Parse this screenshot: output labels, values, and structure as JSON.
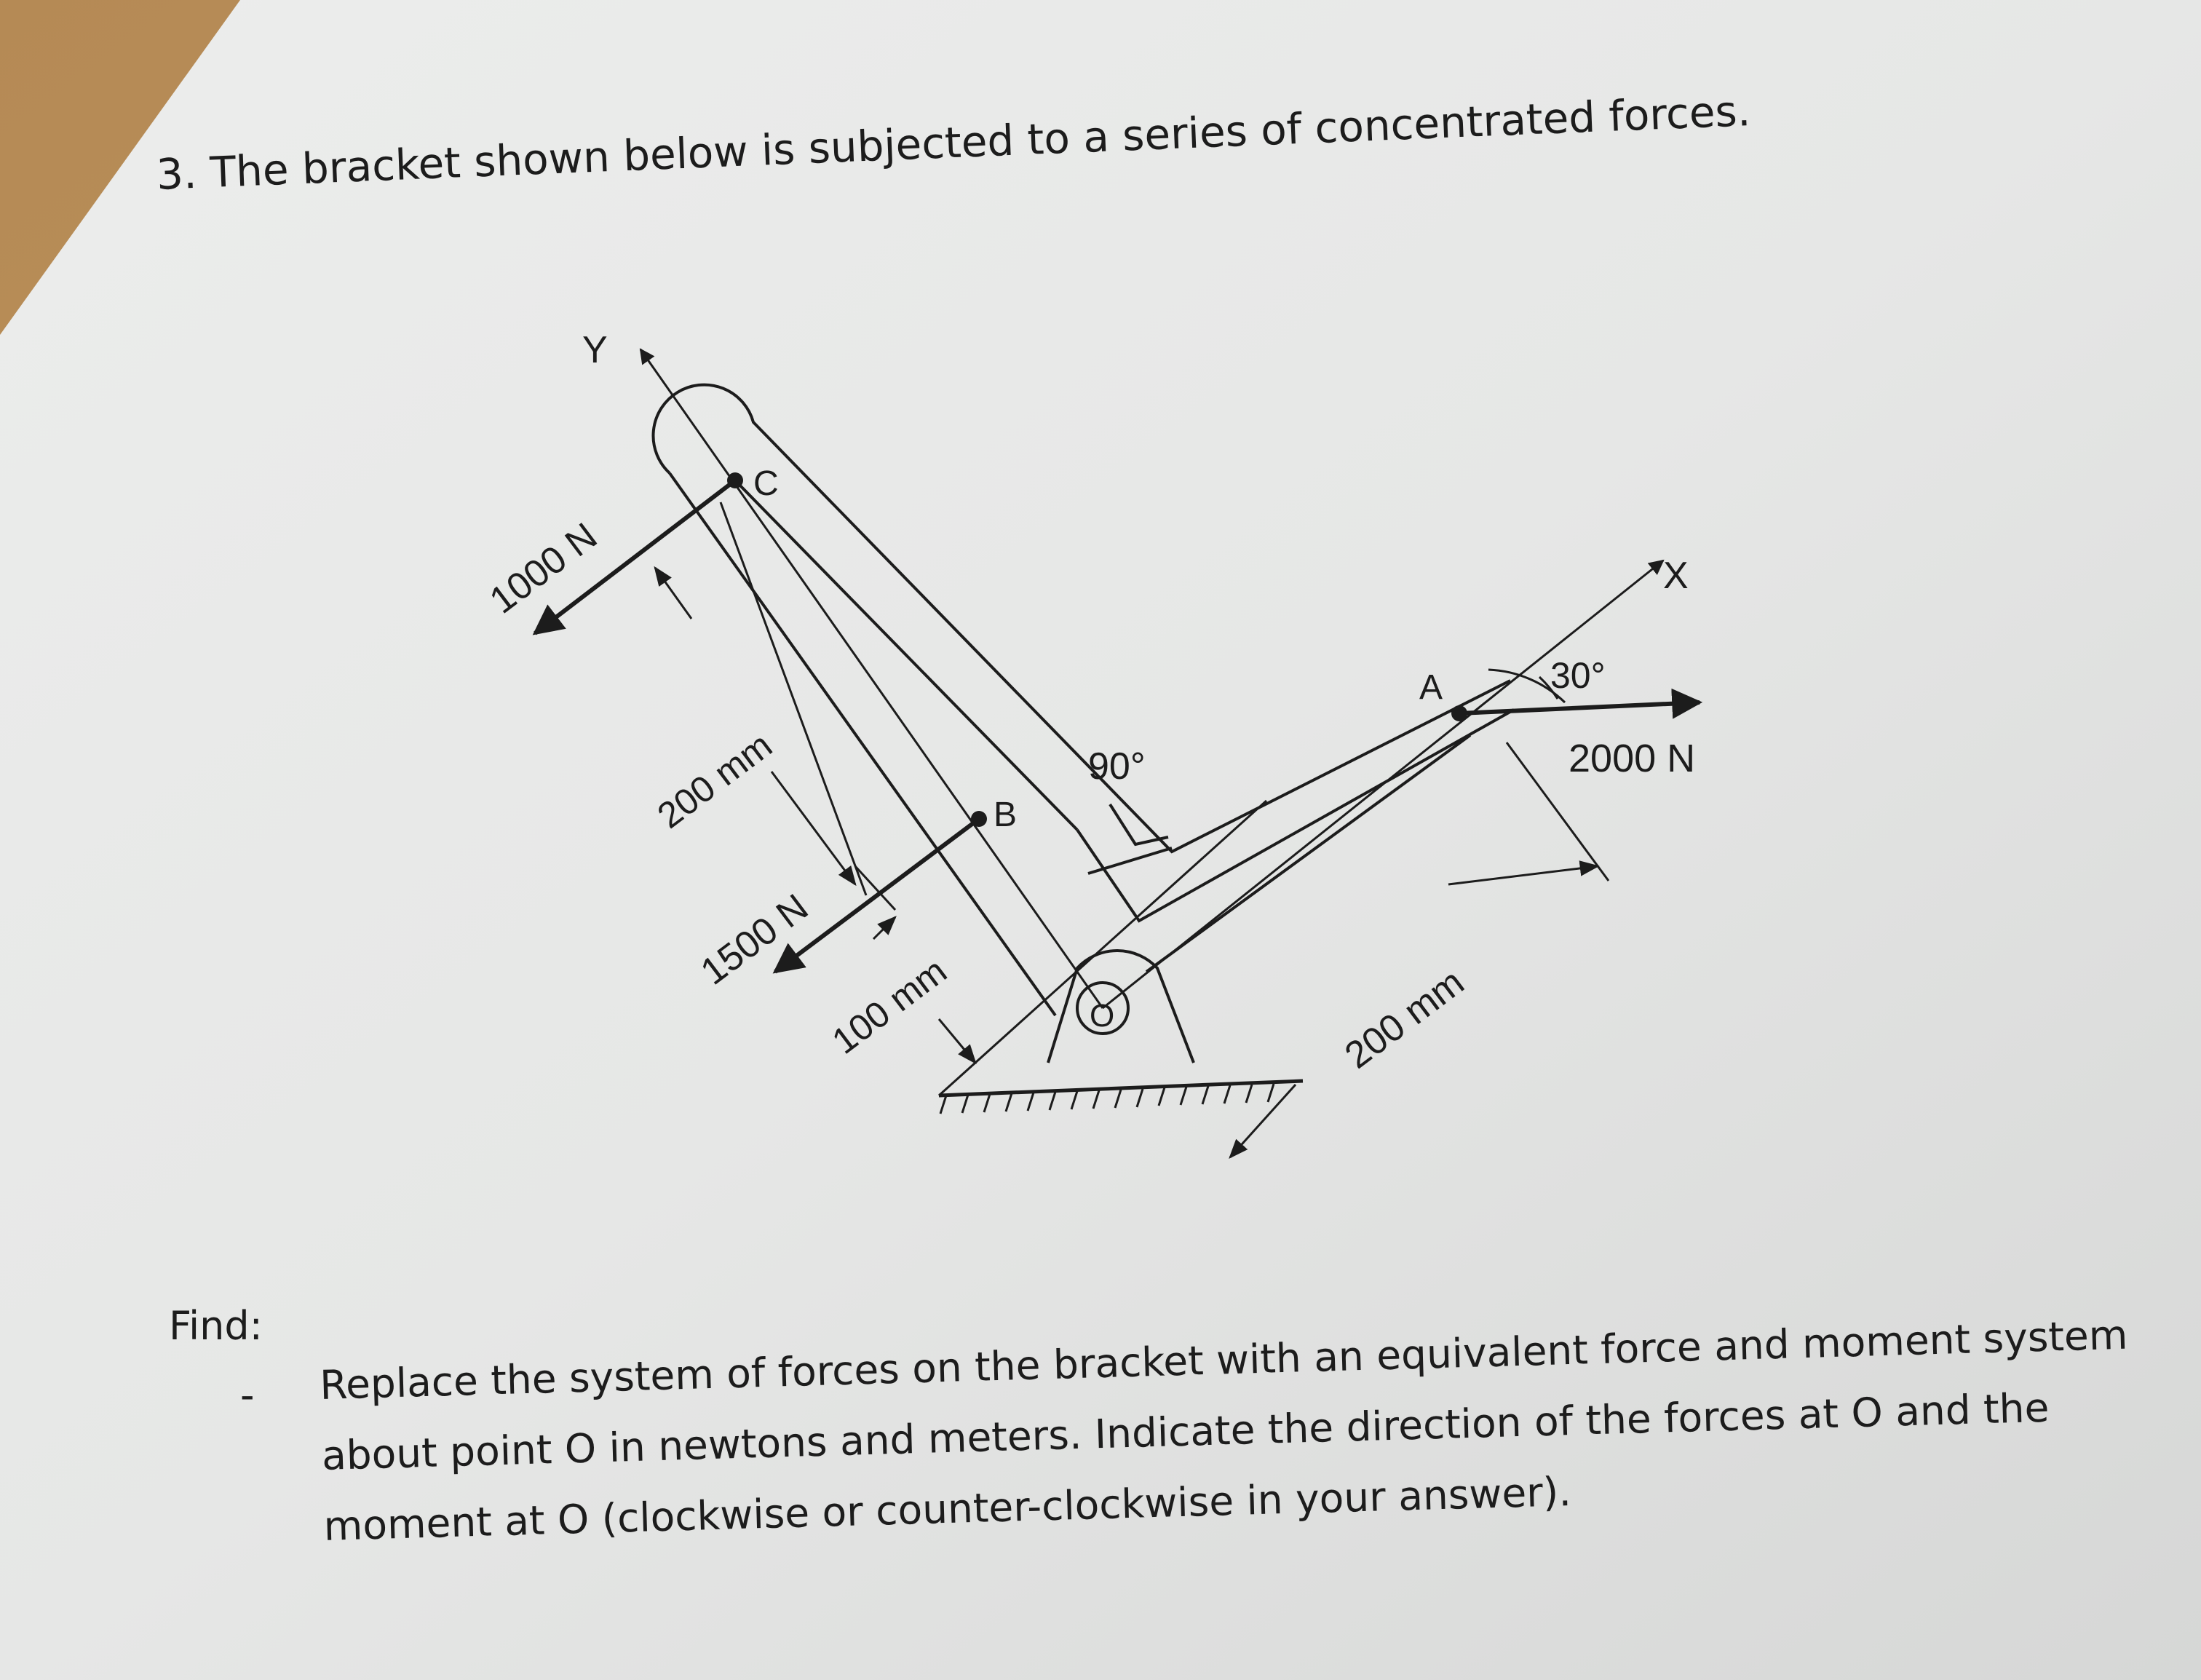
{
  "question": {
    "title": "3. The bracket shown below is subjected to a series of concentrated forces."
  },
  "figure": {
    "axis_y": "Y",
    "axis_x": "X",
    "point_c": "C",
    "point_b": "B",
    "point_a": "A",
    "point_o": "O",
    "force_c": "1000 N",
    "force_b": "1500 N",
    "force_a": "2000 N",
    "dim_c": "200 mm",
    "dim_b": "100 mm",
    "dim_a": "200 mm",
    "angle_right": "90°",
    "angle_a": "30°"
  },
  "find": {
    "label": "Find:",
    "bullet": "-",
    "lines": [
      "Replace the system of forces on the bracket with an equivalent force and moment system",
      "about point O in newtons and meters. Indicate the direction of the forces at O and the",
      "moment at O (clockwise or counter-clockwise in your answer)."
    ]
  }
}
